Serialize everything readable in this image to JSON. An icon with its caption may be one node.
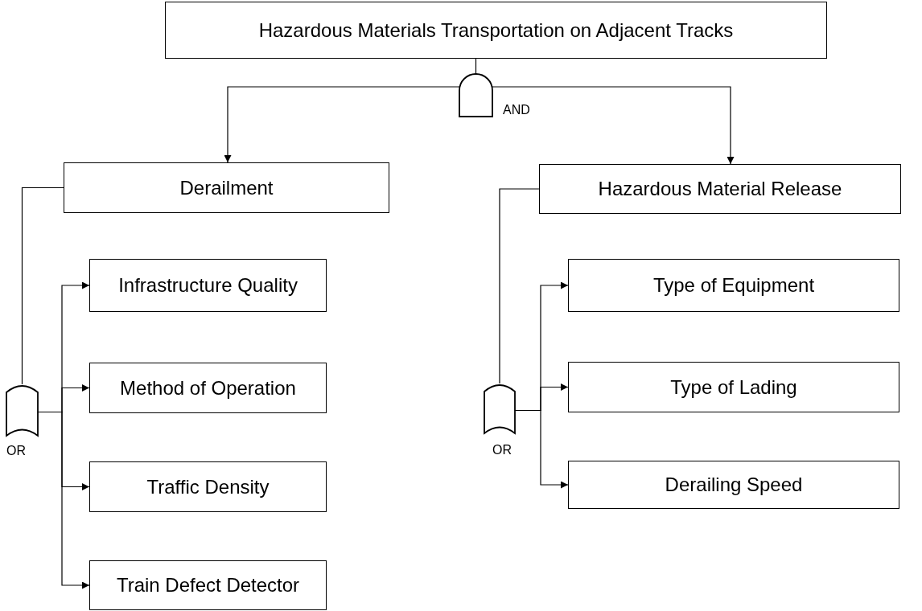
{
  "diagram": {
    "nodes": [
      {
        "text": [
          "Hazardous Materials Transportation on Adjacent Tracks"
        ]
      },
      {
        "text": [],
        "shape": "gate",
        "beside": [
          "AND"
        ]
      },
      {
        "text": [
          "Derailment"
        ]
      },
      {
        "text": [
          "Hazardous Material Release"
        ]
      },
      {
        "text": [],
        "shape": "gate",
        "beside": [
          "OR"
        ]
      },
      {
        "text": [
          "Infrastructure Quality"
        ]
      },
      {
        "text": [
          "Method of Operation"
        ]
      },
      {
        "text": [
          "Traffic Density"
        ]
      },
      {
        "text": [
          "Train Defect Detector"
        ]
      },
      {
        "text": [],
        "shape": "gate",
        "beside": [
          "OR"
        ]
      },
      {
        "text": [
          "Type of Equipment"
        ]
      },
      {
        "text": [
          "Type of Lading"
        ]
      },
      {
        "text": [
          "Derailing Speed"
        ]
      }
    ],
    "edges": [
      {
        "from": 0,
        "to": 1,
        "arrow": "none"
      },
      {
        "from": 1,
        "to": 2,
        "arrow": "to"
      },
      {
        "from": 1,
        "to": 3,
        "arrow": "to"
      },
      {
        "from": 2,
        "to": 4,
        "arrow": "none"
      },
      {
        "from": 4,
        "to": 5,
        "arrow": "to"
      },
      {
        "from": 4,
        "to": 6,
        "arrow": "to"
      },
      {
        "from": 4,
        "to": 7,
        "arrow": "to"
      },
      {
        "from": 4,
        "to": 8,
        "arrow": "to"
      },
      {
        "from": 3,
        "to": 9,
        "arrow": "none"
      },
      {
        "from": 9,
        "to": 10,
        "arrow": "to"
      },
      {
        "from": 9,
        "to": 11,
        "arrow": "to"
      },
      {
        "from": 9,
        "to": 12,
        "arrow": "to"
      }
    ]
  }
}
